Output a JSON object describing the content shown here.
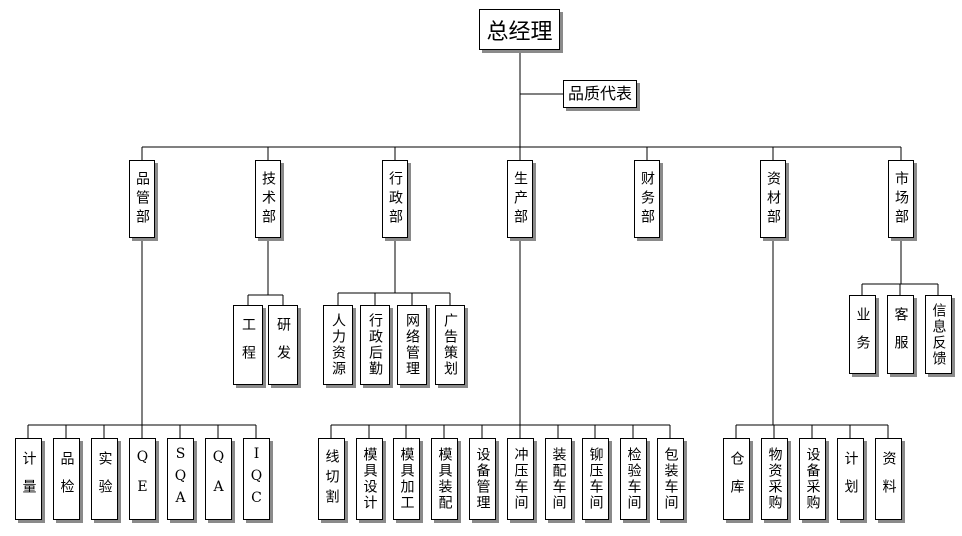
{
  "org": {
    "gm": "总经理",
    "qrep": "品质代表",
    "depts": {
      "quality": "品管部",
      "tech": "技术部",
      "admin": "行政部",
      "prod": "生产部",
      "finance": "财务部",
      "material": "资材部",
      "market": "市场部"
    },
    "tech": {
      "eng": "工程",
      "rd": "研发"
    },
    "admin": {
      "hr": "人力资源",
      "logistics": "行政后勤",
      "network": "网络管理",
      "ad": "广告策划"
    },
    "market": {
      "sales": "业务",
      "cs": "客服",
      "feedback": "信息反馈"
    },
    "quality": {
      "measure": "计量",
      "inspect": "品检",
      "lab": "实验",
      "qe": "QE",
      "sqa": "SQA",
      "qa": "QA",
      "iqc": "IQC"
    },
    "prod": {
      "wire": "线切割",
      "mdesign": "模具设计",
      "mproc": "模具加工",
      "massy": "模具装配",
      "equip": "设备管理",
      "stamp": "冲压车间",
      "assy": "装配车间",
      "rivet": "铆压车间",
      "test": "检验车间",
      "pack": "包装车间"
    },
    "material": {
      "store": "仓库",
      "purchase": "物资采购",
      "epurchase": "设备采购",
      "plan": "计划",
      "data": "资料"
    }
  }
}
